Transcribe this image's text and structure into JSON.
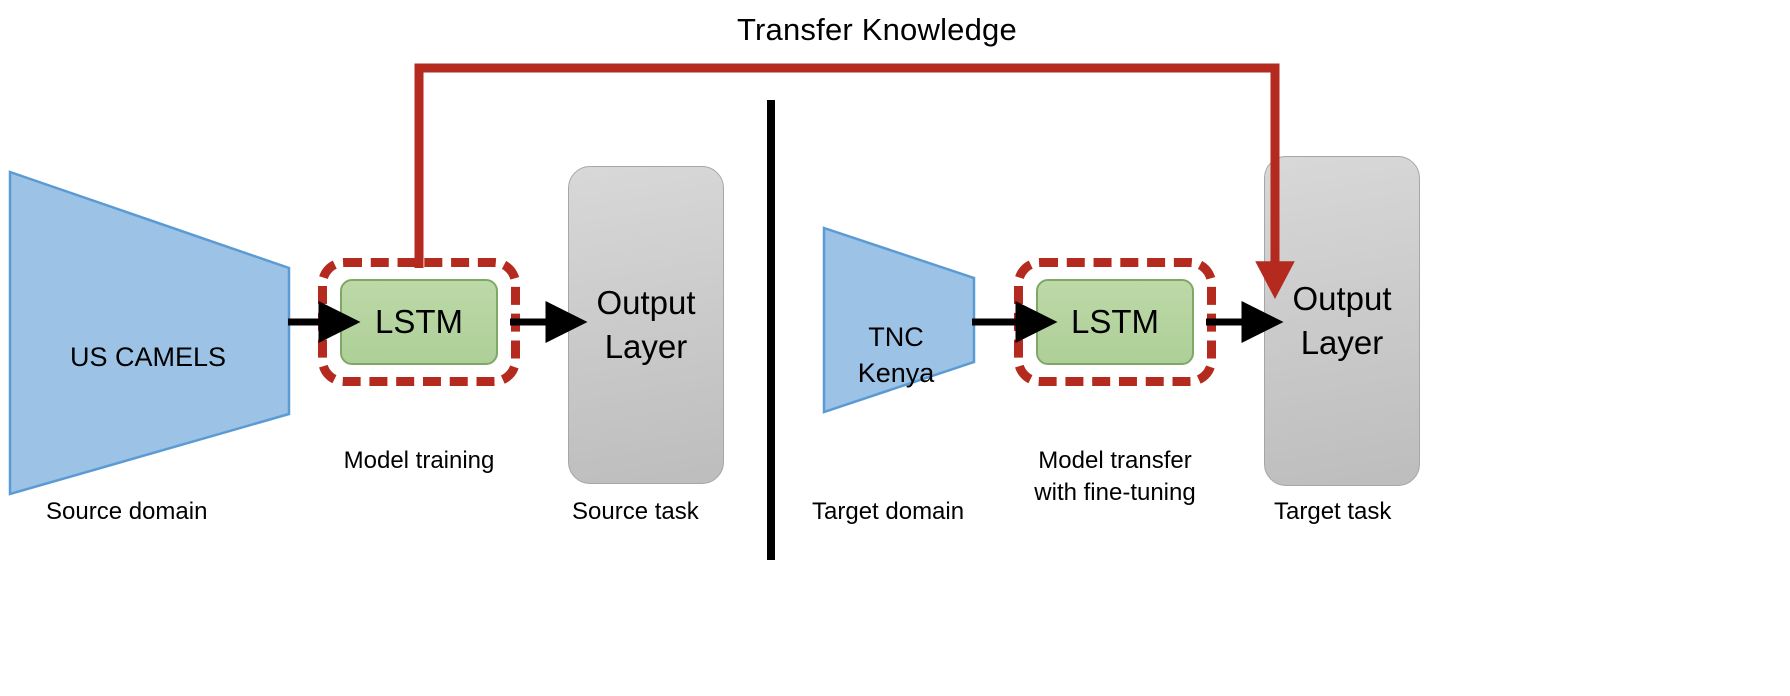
{
  "diagram": {
    "title": "Transfer Knowledge",
    "background_color": "#ffffff",
    "accent_red": "#b52a1f",
    "trapezoid_fill": "#9cc2e5",
    "trapezoid_stroke": "#5b9bd5",
    "lstm_fill": "#b5d4a0",
    "lstm_stroke": "#7fa866",
    "output_fill": "#c9c9c9",
    "output_stroke": "#a6a6a6",
    "divider_color": "#000000"
  },
  "source_side": {
    "domain_label": "US CAMELS",
    "model_label": "LSTM",
    "model_caption": "Model training",
    "output_label": "Output\nLayer",
    "domain_footer": "Source domain",
    "task_footer": "Source task"
  },
  "target_side": {
    "domain_label": "TNC\nKenya",
    "model_label": "LSTM",
    "model_caption": "Model transfer\nwith fine-tuning",
    "output_label": "Output\nLayer",
    "domain_footer": "Target domain",
    "task_footer": "Target task"
  }
}
